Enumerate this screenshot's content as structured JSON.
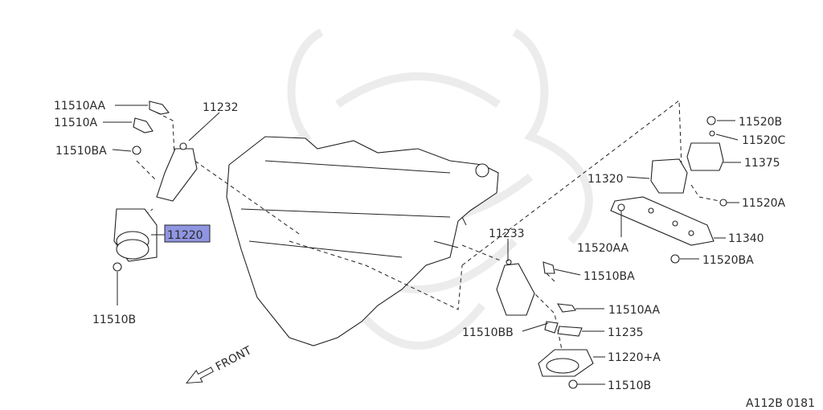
{
  "diagram_code": "A112B 0181",
  "front_label": "FRONT",
  "highlight_color": "#8f95e0",
  "parts": {
    "p_11510AA_top": "11510AA",
    "p_11510A": "11510A",
    "p_11510BA_left": "11510BA",
    "p_11232": "11232",
    "p_11220": "11220",
    "p_11510B_left": "11510B",
    "p_11520B": "11520B",
    "p_11520C": "11520C",
    "p_11375": "11375",
    "p_11320": "11320",
    "p_11520A": "11520A",
    "p_11520AA": "11520AA",
    "p_11340": "11340",
    "p_11520BA": "11520BA",
    "p_11233": "11233",
    "p_11510BA_right": "11510BA",
    "p_11510AA_right": "11510AA",
    "p_11510BB": "11510BB",
    "p_11235": "11235",
    "p_11220A": "11220+A",
    "p_11510B_right": "11510B"
  }
}
